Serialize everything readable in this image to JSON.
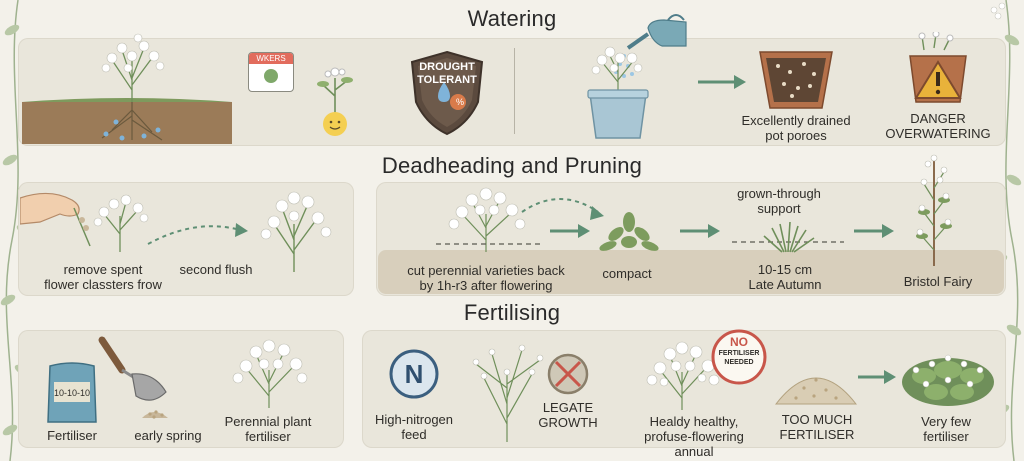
{
  "sections": {
    "watering": {
      "title": "Watering",
      "calendar_text": "WKERS",
      "badge_line1": "DROUGHT",
      "badge_line2": "TOLERANT",
      "badge_percent": "%",
      "label_pot": "Excellently drained\npot poroes",
      "label_danger": "DANGER\nOVERWATERING"
    },
    "deadheading": {
      "title": "Deadheading and Pruning",
      "label_remove": "remove spent\nflower classters frow",
      "label_second": "second flush",
      "label_cut": "cut perennial varieties back\nby 1h-r3 after flowering",
      "label_compact": "compact",
      "label_support": "grown-through\nsupport",
      "label_height": "10-15 cm\nLate Autumn",
      "label_bristol": "Bristol Fairy"
    },
    "fertilising": {
      "title": "Fertilising",
      "bag_label": "10-10-10",
      "label_fertiliser": "Fertiliser",
      "label_spring": "early spring",
      "label_perennial": "Perennial plant\nfertiliser",
      "n_symbol": "N",
      "label_nitrogen": "High-nitrogen\nfeed",
      "label_legate": "LEGATE\nGROWTH",
      "no_line1": "NO",
      "no_line2": "FERTILISER",
      "no_line3": "NEEDED",
      "label_healthy": "Healdy healthy,\nprofuse-flowering annual",
      "label_toomuch": "TOO MUCH\nFERTILISER",
      "label_veryfew": "Very few\nfertiliser"
    }
  },
  "colors": {
    "panel": "#e9e6db",
    "soil": "#8a6a4c",
    "leaf": "#6f8f5a",
    "arrow": "#5e8f74",
    "water": "#6aa3cc",
    "danger": "#e9b23a"
  },
  "icons": [
    "calendar-icon",
    "drought-tolerant-shield-icon",
    "smiling-seedling-icon",
    "watering-can-icon",
    "pot-icon",
    "warning-icon",
    "hand-icon",
    "nitrogen-icon",
    "no-fertiliser-badge-icon",
    "trowel-icon",
    "fertiliser-bag-icon"
  ]
}
